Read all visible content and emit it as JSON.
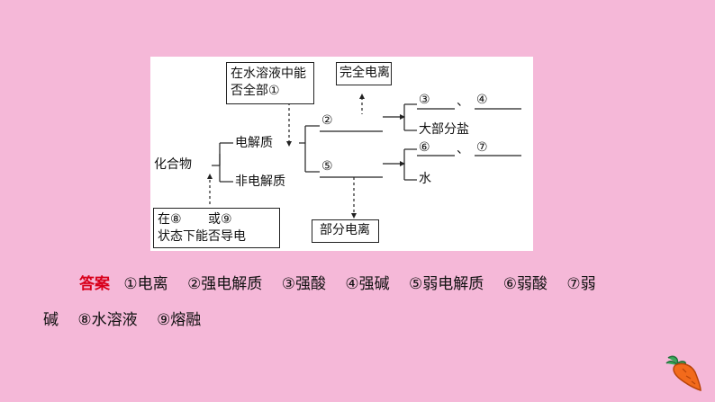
{
  "diagram": {
    "compound": "化合物",
    "electrolyte": "电解质",
    "non_electrolyte": "非电解质",
    "top_box": [
      "在水溶液中能",
      "否全部①"
    ],
    "complete_ionization": "完全电离",
    "partial_ionization": "部分电离",
    "bottom_box": [
      "在⑧",
      "或⑨",
      "状态下能否导电"
    ],
    "blank2": "②",
    "blank5": "⑤",
    "blank3": "③",
    "blank4": "④",
    "blank6": "⑥",
    "blank7": "⑦",
    "sep_a": "、",
    "sep_b": "、",
    "most_salts": "大部分盐",
    "water": "水"
  },
  "answer": {
    "label": "答案",
    "items": [
      "①电离",
      "②强电解质",
      "③强酸",
      "④强碱",
      "⑤弱电解质",
      "⑥弱酸",
      "⑦弱",
      "碱",
      "⑧水溶液",
      "⑨熔融"
    ]
  },
  "colors": {
    "background": "#f5b8d8",
    "answer_label": "#d9001b"
  },
  "icons": {
    "corner": "carrot-icon"
  }
}
